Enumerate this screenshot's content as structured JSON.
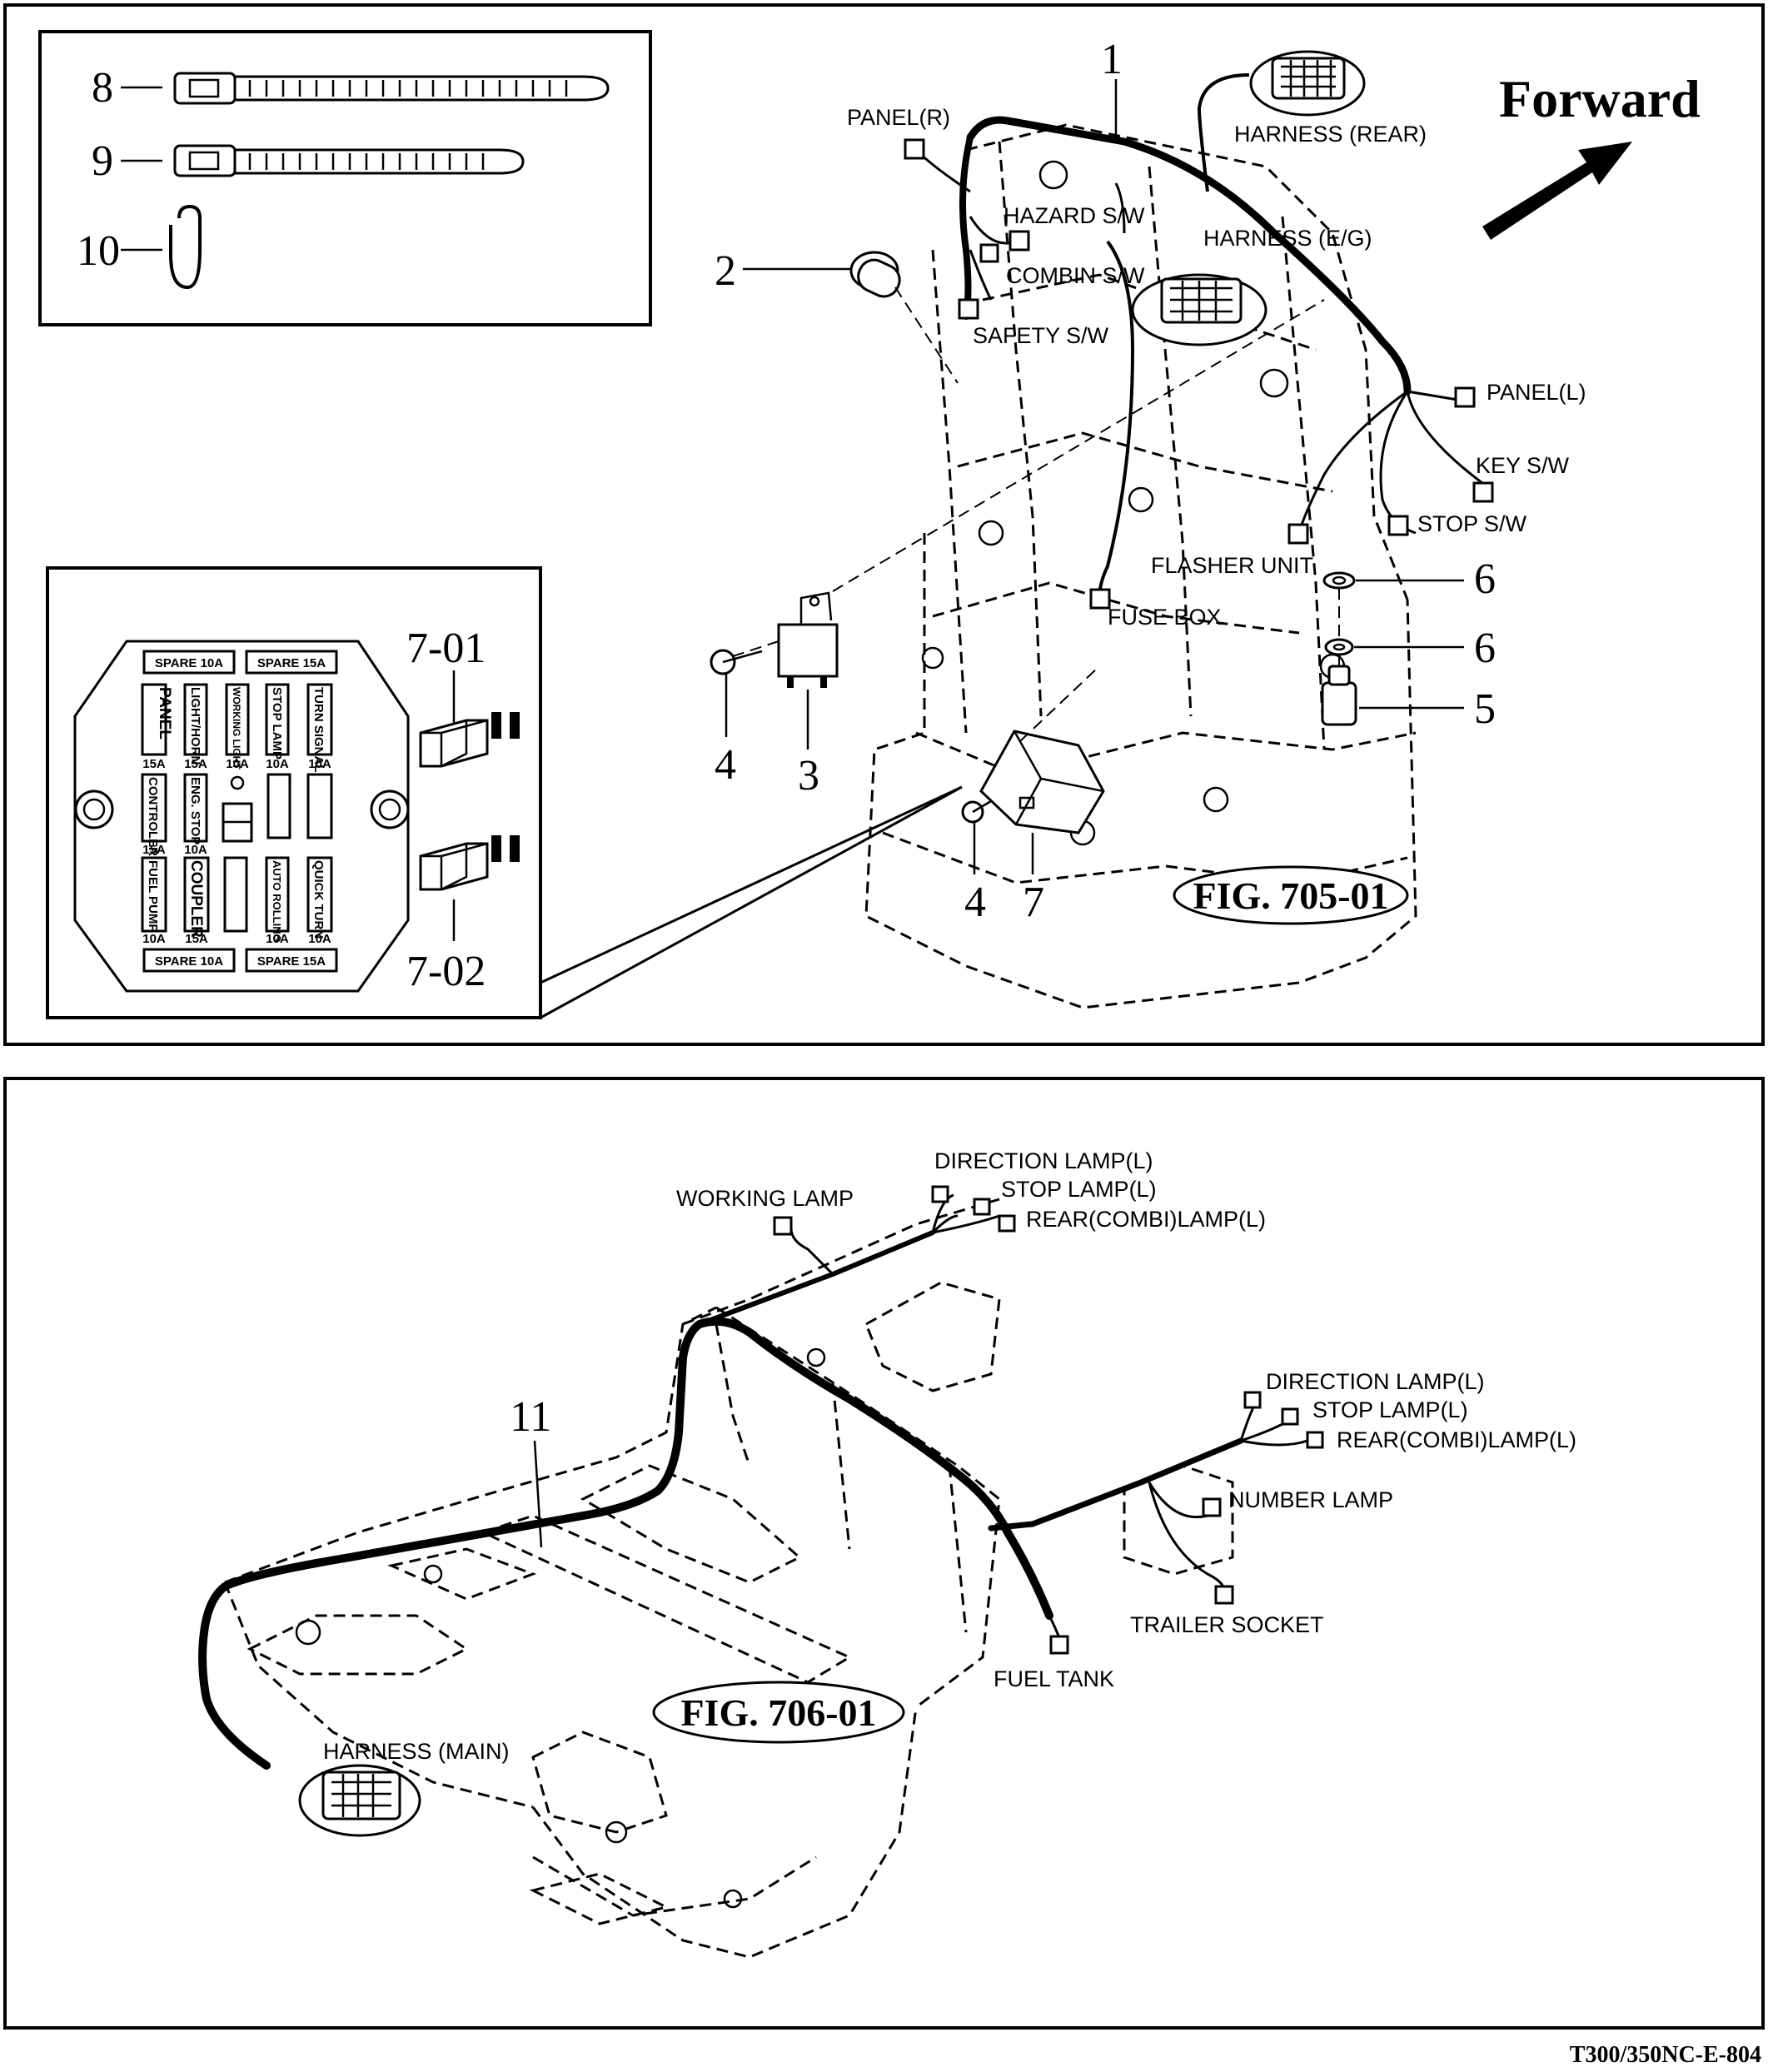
{
  "top_panel": {
    "forward_label": "Forward",
    "figure_label": "FIG. 705-01",
    "part_numbers": [
      "1",
      "2",
      "3",
      "4",
      "4",
      "5",
      "6",
      "6",
      "7",
      "8",
      "9",
      "10"
    ],
    "callouts": {
      "panel_r": "PANEL(R)",
      "harness_rear": "HARNESS (REAR)",
      "hazard_sw": "HAZARD S/W",
      "harness_eg": "HARNESS (E/G)",
      "combin_sw": "COMBIN S/W",
      "safety_sw": "SAFETY S/W",
      "panel_l": "PANEL(L)",
      "key_sw": "KEY S/W",
      "stop_sw": "STOP S/W",
      "flasher_unit": "FLASHER UNIT",
      "fuse_box": "FUSE BOX"
    },
    "fuse_inset": {
      "fuse_labels": [
        "7-01",
        "7-02"
      ],
      "top_spares": [
        "SPARE 10A",
        "SPARE 15A"
      ],
      "bottom_spares": [
        "SPARE 10A",
        "SPARE 15A"
      ],
      "row1": [
        {
          "name": "PANEL",
          "rating": "15A"
        },
        {
          "name": "LIGHT/HORN",
          "rating": "15A"
        },
        {
          "name": "WORKING LIGHT",
          "rating": "10A"
        },
        {
          "name": "STOP LAMP",
          "rating": "10A"
        },
        {
          "name": "TURN SIGNAL",
          "rating": "10A"
        }
      ],
      "row2": [
        {
          "name": "CONTROLER",
          "rating": "15A"
        },
        {
          "name": "ENG. STOP",
          "rating": "10A"
        }
      ],
      "row3": [
        {
          "name": "FUEL PUMP",
          "rating": "10A"
        },
        {
          "name": "COUPLER",
          "rating": "15A"
        },
        {
          "name": "AUTO ROLLING",
          "rating": "10A"
        },
        {
          "name": "QUICK TURN",
          "rating": "10A"
        }
      ]
    }
  },
  "bottom_panel": {
    "figure_label": "FIG. 706-01",
    "part_number": "11",
    "callouts": {
      "working_lamp": "WORKING LAMP",
      "direction_lamp_1": "DIRECTION LAMP(L)",
      "stop_lamp_1": "STOP LAMP(L)",
      "rear_combi_lamp_1": "REAR(COMBI)LAMP(L)",
      "direction_lamp_2": "DIRECTION LAMP(L)",
      "stop_lamp_2": "STOP LAMP(L)",
      "rear_combi_lamp_2": "REAR(COMBI)LAMP(L)",
      "number_lamp": "NUMBER LAMP",
      "trailer_socket": "TRAILER SOCKET",
      "fuel_tank": "FUEL TANK",
      "harness_main": "HARNESS (MAIN)"
    }
  },
  "footer_code": "T300/350NC-E-804"
}
